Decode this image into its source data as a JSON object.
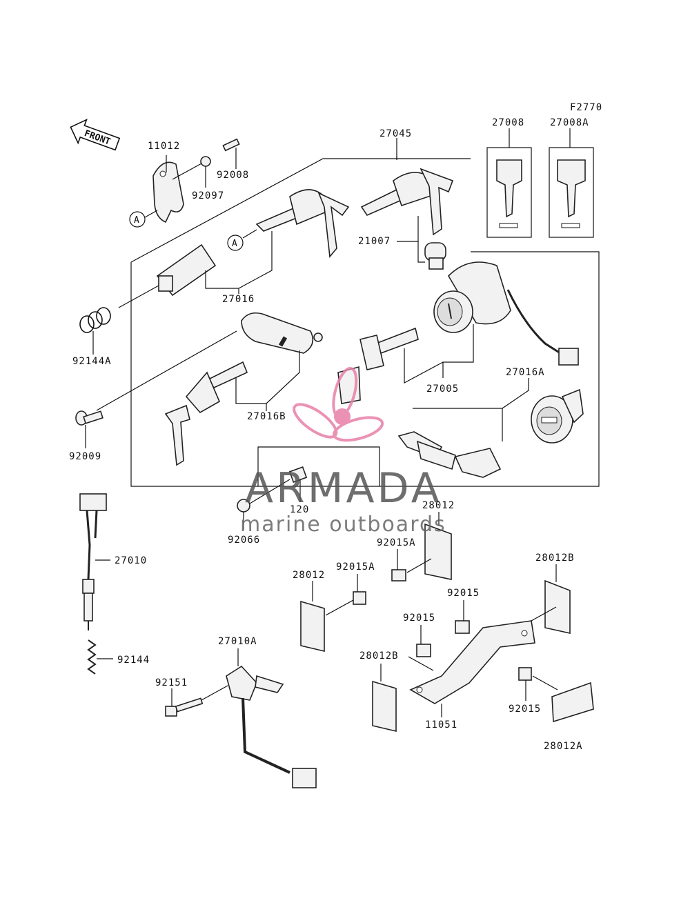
{
  "diagram": {
    "code": "F2770",
    "front_label": "FRONT",
    "marker": "A"
  },
  "parts": [
    {
      "id": "p11012",
      "label": "11012"
    },
    {
      "id": "p92008",
      "label": "92008"
    },
    {
      "id": "p92097",
      "label": "92097"
    },
    {
      "id": "p27045",
      "label": "27045"
    },
    {
      "id": "p27008",
      "label": "27008"
    },
    {
      "id": "p27008A",
      "label": "27008A"
    },
    {
      "id": "p21007",
      "label": "21007"
    },
    {
      "id": "p27016",
      "label": "27016"
    },
    {
      "id": "p92144A",
      "label": "92144A"
    },
    {
      "id": "p27005",
      "label": "27005"
    },
    {
      "id": "p27016B",
      "label": "27016B"
    },
    {
      "id": "p27016A",
      "label": "27016A"
    },
    {
      "id": "p92009",
      "label": "92009"
    },
    {
      "id": "p120",
      "label": "120"
    },
    {
      "id": "p92066",
      "label": "92066"
    },
    {
      "id": "p28012a",
      "label": "28012"
    },
    {
      "id": "p92015Aa",
      "label": "92015A"
    },
    {
      "id": "p27010",
      "label": "27010"
    },
    {
      "id": "p28012b",
      "label": "28012"
    },
    {
      "id": "p92015Ab",
      "label": "92015A"
    },
    {
      "id": "p28012Ba",
      "label": "28012B"
    },
    {
      "id": "p92015a",
      "label": "92015"
    },
    {
      "id": "p92015b",
      "label": "92015"
    },
    {
      "id": "p92144",
      "label": "92144"
    },
    {
      "id": "p27010A",
      "label": "27010A"
    },
    {
      "id": "p28012Bb",
      "label": "28012B"
    },
    {
      "id": "p92151",
      "label": "92151"
    },
    {
      "id": "p92015c",
      "label": "92015"
    },
    {
      "id": "p11051",
      "label": "11051"
    },
    {
      "id": "p28012A",
      "label": "28012A"
    }
  ],
  "watermark": {
    "title": "ARMADA",
    "subtitle": "marine outboards",
    "logo_color": "#e87fa8",
    "text_color": "#555555"
  }
}
